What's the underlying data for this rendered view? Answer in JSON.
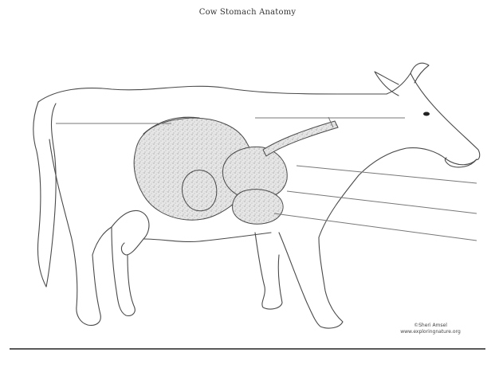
{
  "title": "Cow Stomach Anatomy",
  "credit": {
    "line1": "©Sheri Amsel",
    "line2": "www.exploringnature.org"
  },
  "colors": {
    "outline": "#4a4a4a",
    "organ_fill": "#e2e2e2",
    "stipple": "#8a8a8a",
    "leader_line": "#777777"
  },
  "label_slots": [
    "blank-left",
    "blank-top-right",
    "blank-right-1",
    "blank-right-2",
    "blank-right-3"
  ]
}
